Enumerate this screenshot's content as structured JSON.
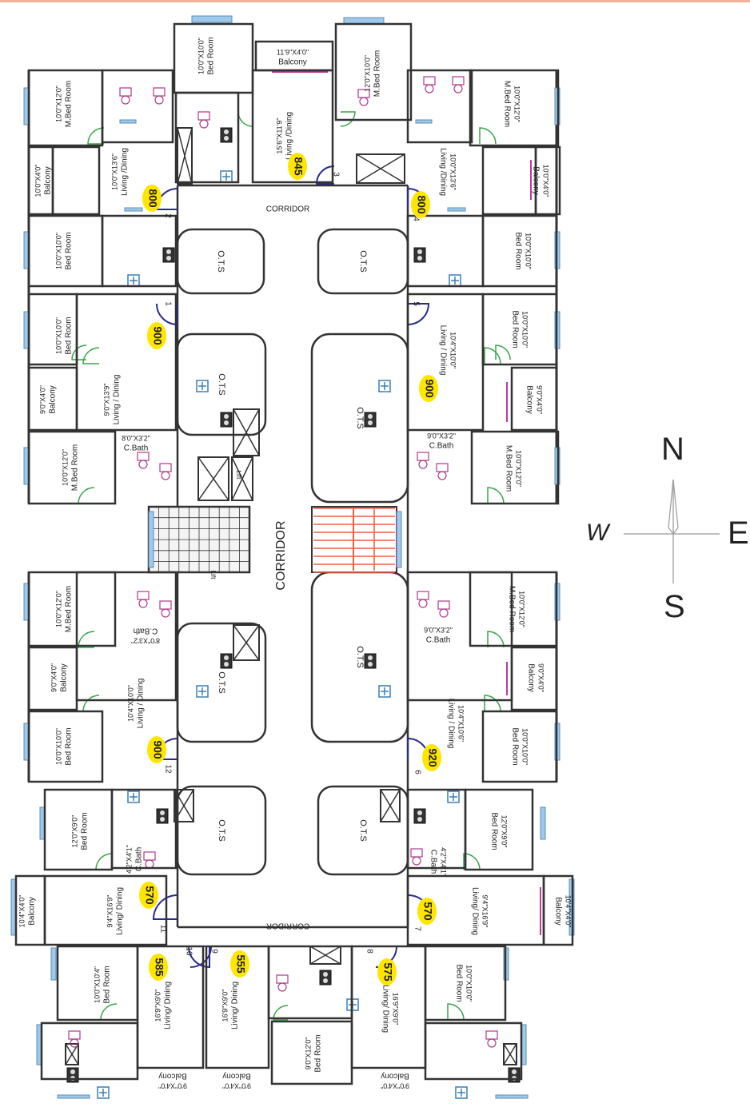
{
  "corridor_labels": [
    "CORRIDOR",
    "CORRIDOR",
    "CORRIDOR"
  ],
  "ots_label": "O.T.S",
  "lift_label": "Lift",
  "compass": {
    "north": "N",
    "south": "S",
    "east": "E",
    "west": "W"
  },
  "colors": {
    "area_badge": "#ffe600",
    "window": "#9fc9ea",
    "door": "#2a2a8c",
    "wall": "#333333",
    "balcony_rail": "#c0399b",
    "stair": "#e8603c"
  },
  "units": [
    {
      "id": "1",
      "area": "900",
      "rooms": [
        {
          "name": "Bed Room",
          "dim": "10'0\"X10'0\""
        },
        {
          "name": "Living / Dining",
          "dim": "9'0\"X13'9\""
        },
        {
          "name": "Balcony",
          "dim": "9'0\"X4'0\""
        },
        {
          "name": "M.Bed Room",
          "dim": "10'0\"X12'0\""
        },
        {
          "name": "C.Bath",
          "dim": "8'0\"X3'2\""
        }
      ]
    },
    {
      "id": "2",
      "area": "800",
      "rooms": [
        {
          "name": "M.Bed Room",
          "dim": "10'0\"X12'0\""
        },
        {
          "name": "Living /Dining",
          "dim": "10'0\"X13'6\""
        },
        {
          "name": "Balcony",
          "dim": "10'0\"X4'0\""
        },
        {
          "name": "Bed Room",
          "dim": "10'0\"X10'0\""
        }
      ]
    },
    {
      "id": "3",
      "area": "845",
      "rooms": [
        {
          "name": "Bed Room",
          "dim": "10'0\"X10'0\""
        },
        {
          "name": "Balcony",
          "dim": "11'9\"X4'0\""
        },
        {
          "name": "Living /Dining",
          "dim": "15'6\"X11'9\""
        },
        {
          "name": "M.Bed Room",
          "dim": "12'0\"X10'0\""
        }
      ]
    },
    {
      "id": "4",
      "area": "800",
      "rooms": [
        {
          "name": "M.Bed Room",
          "dim": "10'0\"X12'0\""
        },
        {
          "name": "Living /Dining",
          "dim": "10'0\"X13'6\""
        },
        {
          "name": "Balcony",
          "dim": "10'0\"X4'0\""
        },
        {
          "name": "Bed Room",
          "dim": "10'0\"X10'0\""
        }
      ]
    },
    {
      "id": "5",
      "area": "900",
      "rooms": [
        {
          "name": "Living / Dining",
          "dim": "10'4\"X10'0\""
        },
        {
          "name": "Bed Room",
          "dim": "10'0\"X10'0\""
        },
        {
          "name": "Balcony",
          "dim": "9'0\"X4'0\""
        },
        {
          "name": "M.Bed Room",
          "dim": "10'0\"X12'0\""
        },
        {
          "name": "C.Bath",
          "dim": "9'0\"X3'2\""
        }
      ]
    },
    {
      "id": "6",
      "area": "920",
      "rooms": [
        {
          "name": "M.Bed Room",
          "dim": "10'0\"X12'0\""
        },
        {
          "name": "Balcony",
          "dim": "9'0\"X4'0\""
        },
        {
          "name": "Living / Dining",
          "dim": "10'4\"X10'6\""
        },
        {
          "name": "Bed Room",
          "dim": "10'0\"X10'0\""
        },
        {
          "name": "C.Bath",
          "dim": "9'0\"X3'2\""
        }
      ]
    },
    {
      "id": "7",
      "area": "570",
      "rooms": [
        {
          "name": "Bed Room",
          "dim": "12'0\"X9'0\""
        },
        {
          "name": "Living/ Dining",
          "dim": "9'4\"X16'9\""
        },
        {
          "name": "Balcony",
          "dim": "10'4\"X4'0\""
        },
        {
          "name": "C.Bath",
          "dim": "4'2\"X4'1\""
        }
      ]
    },
    {
      "id": "8",
      "area": "575",
      "rooms": [
        {
          "name": "Bed Room",
          "dim": "10'0\"X10'0\""
        },
        {
          "name": "Living/ Dining",
          "dim": "16'9\"X9'0\""
        },
        {
          "name": "Balcony",
          "dim": "9'0\"X4'0\""
        }
      ]
    },
    {
      "id": "9",
      "area": "555",
      "rooms": [
        {
          "name": "Living/ Dining",
          "dim": "16'9\"X9'0\""
        },
        {
          "name": "Bed Room",
          "dim": "9'0\"X12'0\""
        },
        {
          "name": "Balcony",
          "dim": "9'0\"X4'0\""
        }
      ]
    },
    {
      "id": "10",
      "area": "585",
      "rooms": [
        {
          "name": "Bed Room",
          "dim": "10'0\"X10'4\""
        },
        {
          "name": "Living/ Dining",
          "dim": "16'9\"X9'0\""
        },
        {
          "name": "Balcony",
          "dim": "9'0\"X4'0\""
        }
      ]
    },
    {
      "id": "11",
      "area": "570",
      "rooms": [
        {
          "name": "Bed Room",
          "dim": "12'0\"X9'0\""
        },
        {
          "name": "Living/ Dining",
          "dim": "9'4\"X16'9\""
        },
        {
          "name": "Balcony",
          "dim": "10'4\"X4'0\""
        },
        {
          "name": "C.Bath",
          "dim": "4'2\"X4'1\""
        }
      ]
    },
    {
      "id": "12",
      "area": "900",
      "rooms": [
        {
          "name": "M.Bed Room",
          "dim": "10'0\"X12'0\""
        },
        {
          "name": "Balcony",
          "dim": "9'0\"X4'0\""
        },
        {
          "name": "Living / Dining",
          "dim": "10'4\"X10'0\""
        },
        {
          "name": "Bed Room",
          "dim": "10'0\"X10'0\""
        },
        {
          "name": "C.Bath",
          "dim": "8'0\"X3'2\""
        }
      ]
    }
  ]
}
